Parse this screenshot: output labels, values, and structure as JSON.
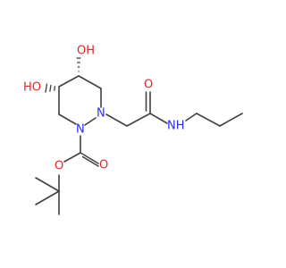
{
  "molecule": {
    "atoms": {
      "oh_top": "OH",
      "ho_left": "HO",
      "n_ring_right": "N",
      "n_ring_bottom": "N",
      "o_amide": "O",
      "nh_amide": "NH",
      "o_carbonyl": "O",
      "o_ester": "O"
    },
    "colors": {
      "bond": "#404040",
      "oxygen": "#e32626",
      "nitrogen": "#2c2cf0"
    }
  }
}
